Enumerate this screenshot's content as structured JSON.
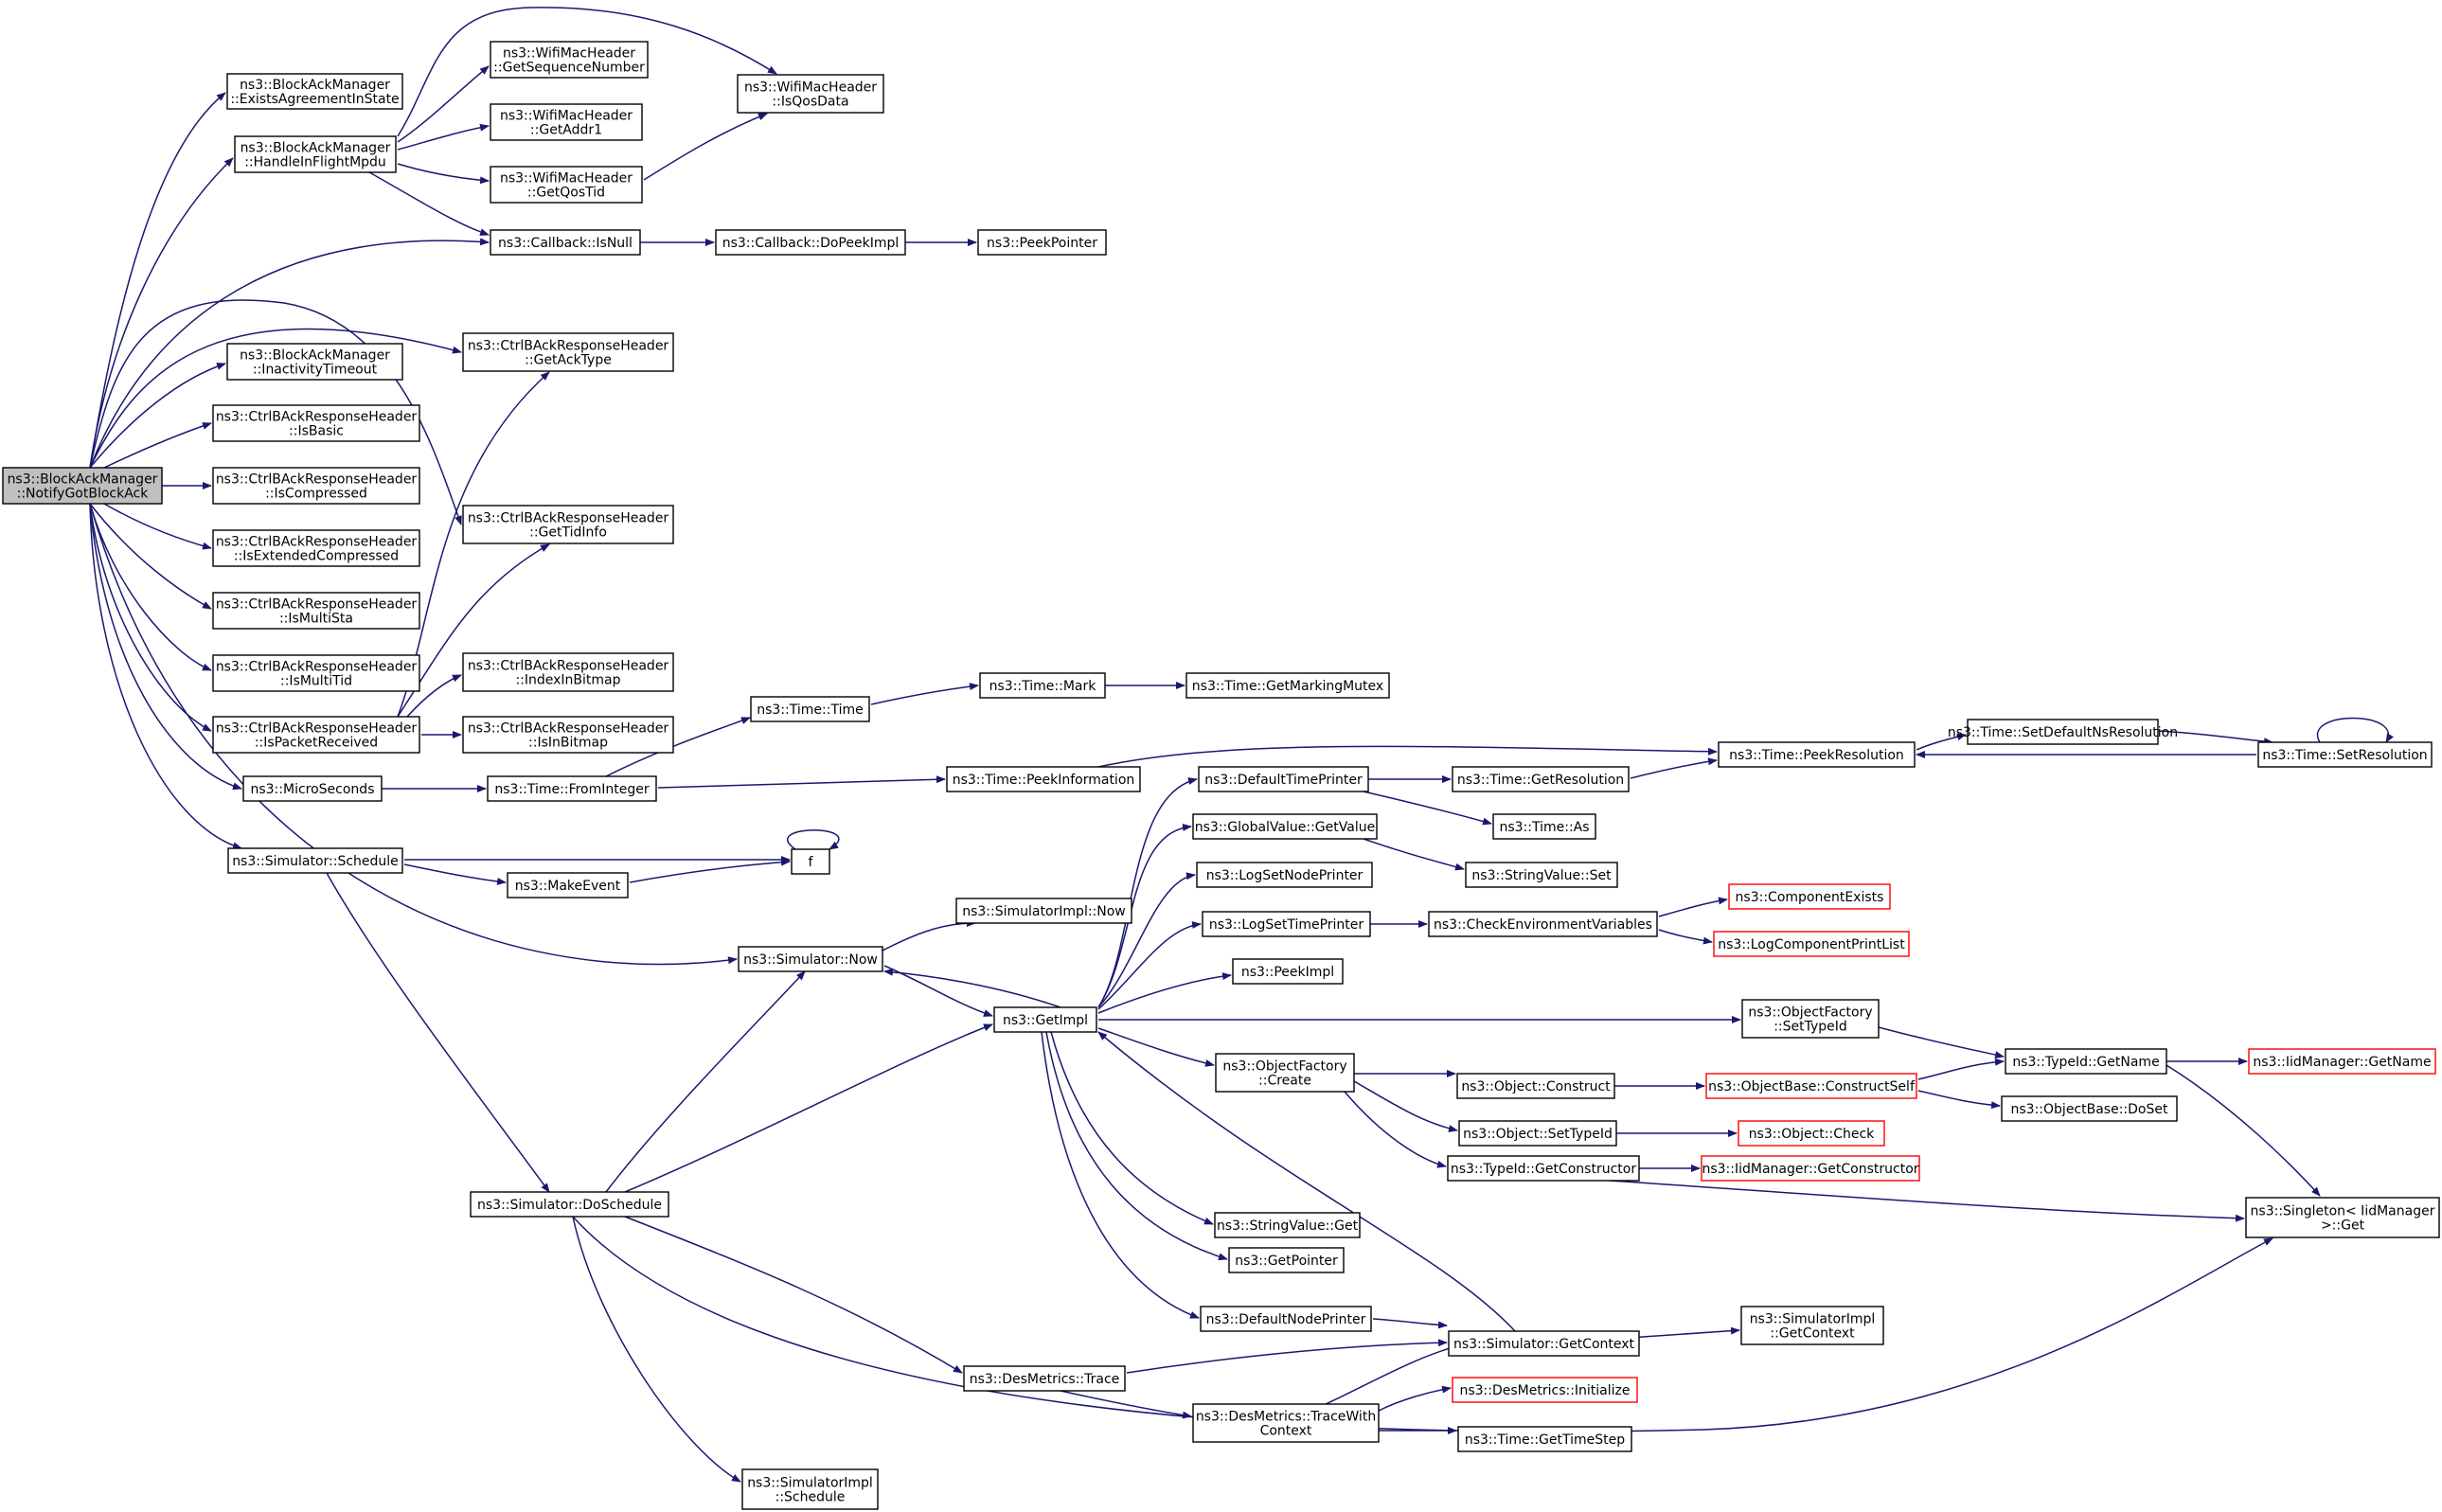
{
  "colors": {
    "edge": "#191970",
    "highlight_fill": "#bfbfbf",
    "truncated_border": "#ff0000",
    "border": "#000000"
  },
  "nodes": [
    {
      "id": "notify",
      "lines": [
        "ns3::BlockAckManager",
        "::NotifyGotBlockAck"
      ],
      "focus": true
    },
    {
      "id": "exists",
      "lines": [
        "ns3::BlockAckManager",
        "::ExistsAgreementInState"
      ]
    },
    {
      "id": "handle",
      "lines": [
        "ns3::BlockAckManager",
        "::HandleInFlightMpdu"
      ]
    },
    {
      "id": "getseq",
      "lines": [
        "ns3::WifiMacHeader",
        "::GetSequenceNumber"
      ]
    },
    {
      "id": "getaddr1",
      "lines": [
        "ns3::WifiMacHeader",
        "::GetAddr1"
      ]
    },
    {
      "id": "getqostid",
      "lines": [
        "ns3::WifiMacHeader",
        "::GetQosTid"
      ]
    },
    {
      "id": "isqosdata",
      "lines": [
        "ns3::WifiMacHeader",
        "::IsQosData"
      ]
    },
    {
      "id": "isnull",
      "lines": [
        "ns3::Callback::IsNull"
      ]
    },
    {
      "id": "dopeek",
      "lines": [
        "ns3::Callback::DoPeekImpl"
      ]
    },
    {
      "id": "peekptr",
      "lines": [
        "ns3::PeekPointer"
      ]
    },
    {
      "id": "getacktype",
      "lines": [
        "ns3::CtrlBAckResponseHeader",
        "::GetAckType"
      ]
    },
    {
      "id": "inactivity",
      "lines": [
        "ns3::BlockAckManager",
        "::InactivityTimeout"
      ]
    },
    {
      "id": "isbasic",
      "lines": [
        "ns3::CtrlBAckResponseHeader",
        "::IsBasic"
      ]
    },
    {
      "id": "iscompressed",
      "lines": [
        "ns3::CtrlBAckResponseHeader",
        "::IsCompressed"
      ]
    },
    {
      "id": "gettidinfo",
      "lines": [
        "ns3::CtrlBAckResponseHeader",
        "::GetTidInfo"
      ]
    },
    {
      "id": "isextcomp",
      "lines": [
        "ns3::CtrlBAckResponseHeader",
        "::IsExtendedCompressed"
      ]
    },
    {
      "id": "ismultista",
      "lines": [
        "ns3::CtrlBAckResponseHeader",
        "::IsMultiSta"
      ]
    },
    {
      "id": "ismultitid",
      "lines": [
        "ns3::CtrlBAckResponseHeader",
        "::IsMultiTid"
      ]
    },
    {
      "id": "indexinbitmap",
      "lines": [
        "ns3::CtrlBAckResponseHeader",
        "::IndexInBitmap"
      ]
    },
    {
      "id": "ispacketrecv",
      "lines": [
        "ns3::CtrlBAckResponseHeader",
        "::IsPacketReceived"
      ]
    },
    {
      "id": "isinbitmap",
      "lines": [
        "ns3::CtrlBAckResponseHeader",
        "::IsInBitmap"
      ]
    },
    {
      "id": "microseconds",
      "lines": [
        "ns3::MicroSeconds"
      ]
    },
    {
      "id": "frominteger",
      "lines": [
        "ns3::Time::FromInteger"
      ]
    },
    {
      "id": "timetime",
      "lines": [
        "ns3::Time::Time"
      ]
    },
    {
      "id": "timemark",
      "lines": [
        "ns3::Time::Mark"
      ]
    },
    {
      "id": "getmarkmutex",
      "lines": [
        "ns3::Time::GetMarkingMutex"
      ]
    },
    {
      "id": "peekinfo",
      "lines": [
        "ns3::Time::PeekInformation"
      ]
    },
    {
      "id": "peekres",
      "lines": [
        "ns3::Time::PeekResolution"
      ]
    },
    {
      "id": "setdefres",
      "lines": [
        "ns3::Time::SetDefaultNsResolution"
      ]
    },
    {
      "id": "setres",
      "lines": [
        "ns3::Time::SetResolution"
      ]
    },
    {
      "id": "schedule",
      "lines": [
        "ns3::Simulator::Schedule"
      ]
    },
    {
      "id": "f",
      "lines": [
        "f"
      ]
    },
    {
      "id": "makeevent",
      "lines": [
        "ns3::MakeEvent"
      ]
    },
    {
      "id": "simnow",
      "lines": [
        "ns3::Simulator::Now"
      ]
    },
    {
      "id": "simimplnow",
      "lines": [
        "ns3::SimulatorImpl::Now"
      ]
    },
    {
      "id": "getimpl",
      "lines": [
        "ns3::GetImpl"
      ]
    },
    {
      "id": "deftimeprinter",
      "lines": [
        "ns3::DefaultTimePrinter"
      ]
    },
    {
      "id": "getresolution",
      "lines": [
        "ns3::Time::GetResolution"
      ]
    },
    {
      "id": "timeas",
      "lines": [
        "ns3::Time::As"
      ]
    },
    {
      "id": "gvgetvalue",
      "lines": [
        "ns3::GlobalValue::GetValue"
      ]
    },
    {
      "id": "svset",
      "lines": [
        "ns3::StringValue::Set"
      ]
    },
    {
      "id": "logsetnode",
      "lines": [
        "ns3::LogSetNodePrinter"
      ]
    },
    {
      "id": "logsettime",
      "lines": [
        "ns3::LogSetTimePrinter"
      ]
    },
    {
      "id": "checkenv",
      "lines": [
        "ns3::CheckEnvironmentVariables"
      ]
    },
    {
      "id": "compexists",
      "lines": [
        "ns3::ComponentExists"
      ],
      "red": true
    },
    {
      "id": "logcompprint",
      "lines": [
        "ns3::LogComponentPrintList"
      ],
      "red": true
    },
    {
      "id": "peekimpl",
      "lines": [
        "ns3::PeekImpl"
      ]
    },
    {
      "id": "ofsettypeid",
      "lines": [
        "ns3::ObjectFactory",
        "::SetTypeId"
      ]
    },
    {
      "id": "typeidgetname",
      "lines": [
        "ns3::TypeId::GetName"
      ]
    },
    {
      "id": "iidgetname",
      "lines": [
        "ns3::IidManager::GetName"
      ],
      "red": true
    },
    {
      "id": "ofcreate",
      "lines": [
        "ns3::ObjectFactory",
        "::Create"
      ]
    },
    {
      "id": "objconstruct",
      "lines": [
        "ns3::Object::Construct"
      ]
    },
    {
      "id": "constructself",
      "lines": [
        "ns3::ObjectBase::ConstructSelf"
      ],
      "red": true
    },
    {
      "id": "doset",
      "lines": [
        "ns3::ObjectBase::DoSet"
      ]
    },
    {
      "id": "objsettypeid",
      "lines": [
        "ns3::Object::SetTypeId"
      ]
    },
    {
      "id": "objcheck",
      "lines": [
        "ns3::Object::Check"
      ],
      "red": true
    },
    {
      "id": "tidgetctor",
      "lines": [
        "ns3::TypeId::GetConstructor"
      ]
    },
    {
      "id": "iidgetctor",
      "lines": [
        "ns3::IidManager::GetConstructor"
      ],
      "red": true
    },
    {
      "id": "singleton",
      "lines": [
        "ns3::Singleton< IidManager",
        "&gt;::Get"
      ]
    },
    {
      "id": "svget",
      "lines": [
        "ns3::StringValue::Get"
      ]
    },
    {
      "id": "getpointer",
      "lines": [
        "ns3::GetPointer"
      ]
    },
    {
      "id": "defnodeprinter",
      "lines": [
        "ns3::DefaultNodePrinter"
      ]
    },
    {
      "id": "simgetctx",
      "lines": [
        "ns3::Simulator::GetContext"
      ]
    },
    {
      "id": "simimplgetctx",
      "lines": [
        "ns3::SimulatorImpl",
        "::GetContext"
      ]
    },
    {
      "id": "doschedule",
      "lines": [
        "ns3::Simulator::DoSchedule"
      ]
    },
    {
      "id": "desmtrace",
      "lines": [
        "ns3::DesMetrics::Trace"
      ]
    },
    {
      "id": "desminit",
      "lines": [
        "ns3::DesMetrics::Initialize"
      ],
      "red": true
    },
    {
      "id": "desmtracectx",
      "lines": [
        "ns3::DesMetrics::TraceWith",
        "Context"
      ]
    },
    {
      "id": "gettimestep",
      "lines": [
        "ns3::Time::GetTimeStep"
      ]
    },
    {
      "id": "simimplsched",
      "lines": [
        "ns3::SimulatorImpl",
        "::Schedule"
      ]
    }
  ]
}
